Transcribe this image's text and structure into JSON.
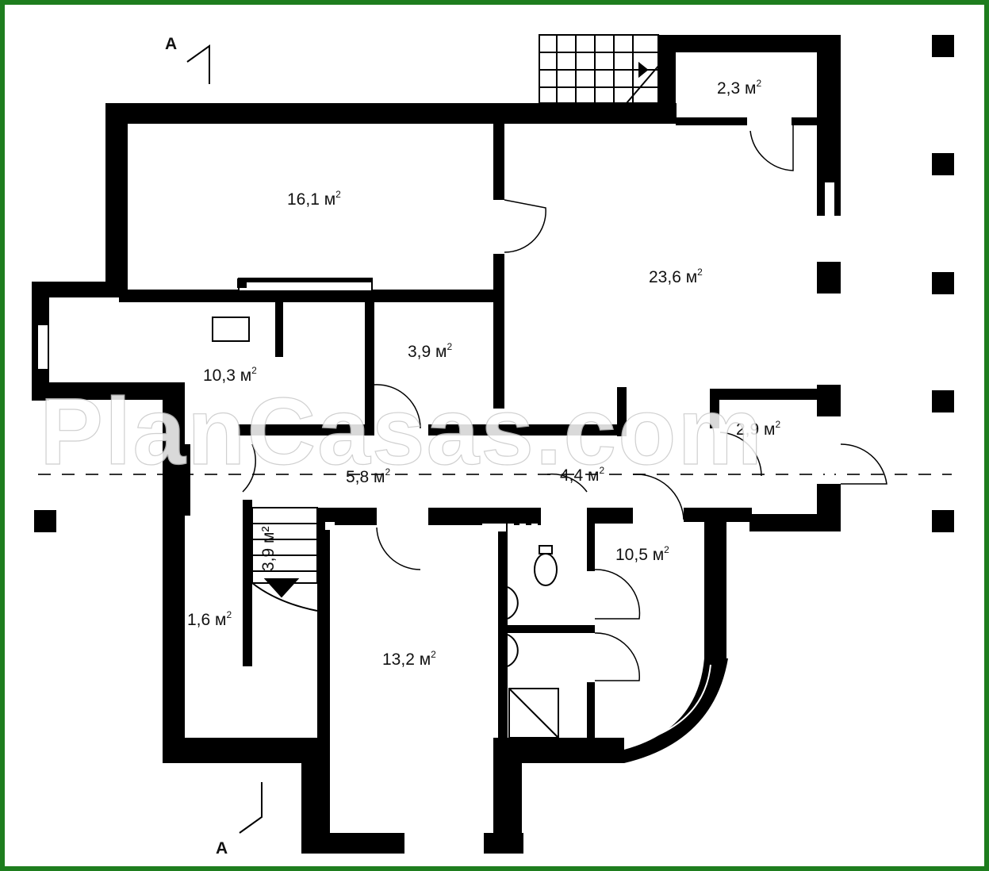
{
  "plan": {
    "rooms": [
      {
        "id": "r1",
        "area": "16,1",
        "unit": "м",
        "sup": "2"
      },
      {
        "id": "r2",
        "area": "23,6",
        "unit": "м",
        "sup": "2"
      },
      {
        "id": "r3",
        "area": "2,3",
        "unit": "м",
        "sup": "2"
      },
      {
        "id": "r4",
        "area": "10,3",
        "unit": "м",
        "sup": "2"
      },
      {
        "id": "r5",
        "area": "3,9",
        "unit": "м",
        "sup": "2"
      },
      {
        "id": "r6",
        "area": "2,9",
        "unit": "м",
        "sup": "2"
      },
      {
        "id": "r7",
        "area": "5,8",
        "unit": "м",
        "sup": "2"
      },
      {
        "id": "r8",
        "area": "4,4",
        "unit": "м",
        "sup": "2"
      },
      {
        "id": "r9",
        "area": "10,5",
        "unit": "м",
        "sup": "2"
      },
      {
        "id": "r10",
        "area": "1,6",
        "unit": "м",
        "sup": "2"
      },
      {
        "id": "r11",
        "area": "13,2",
        "unit": "м",
        "sup": "2"
      }
    ],
    "stair_label": "3,9 м²",
    "section_marks": {
      "top": "A",
      "bottom": "A"
    },
    "watermark": "PlanCasas.com",
    "colors": {
      "border": "#1e7d1e",
      "wall": "#000000"
    }
  }
}
